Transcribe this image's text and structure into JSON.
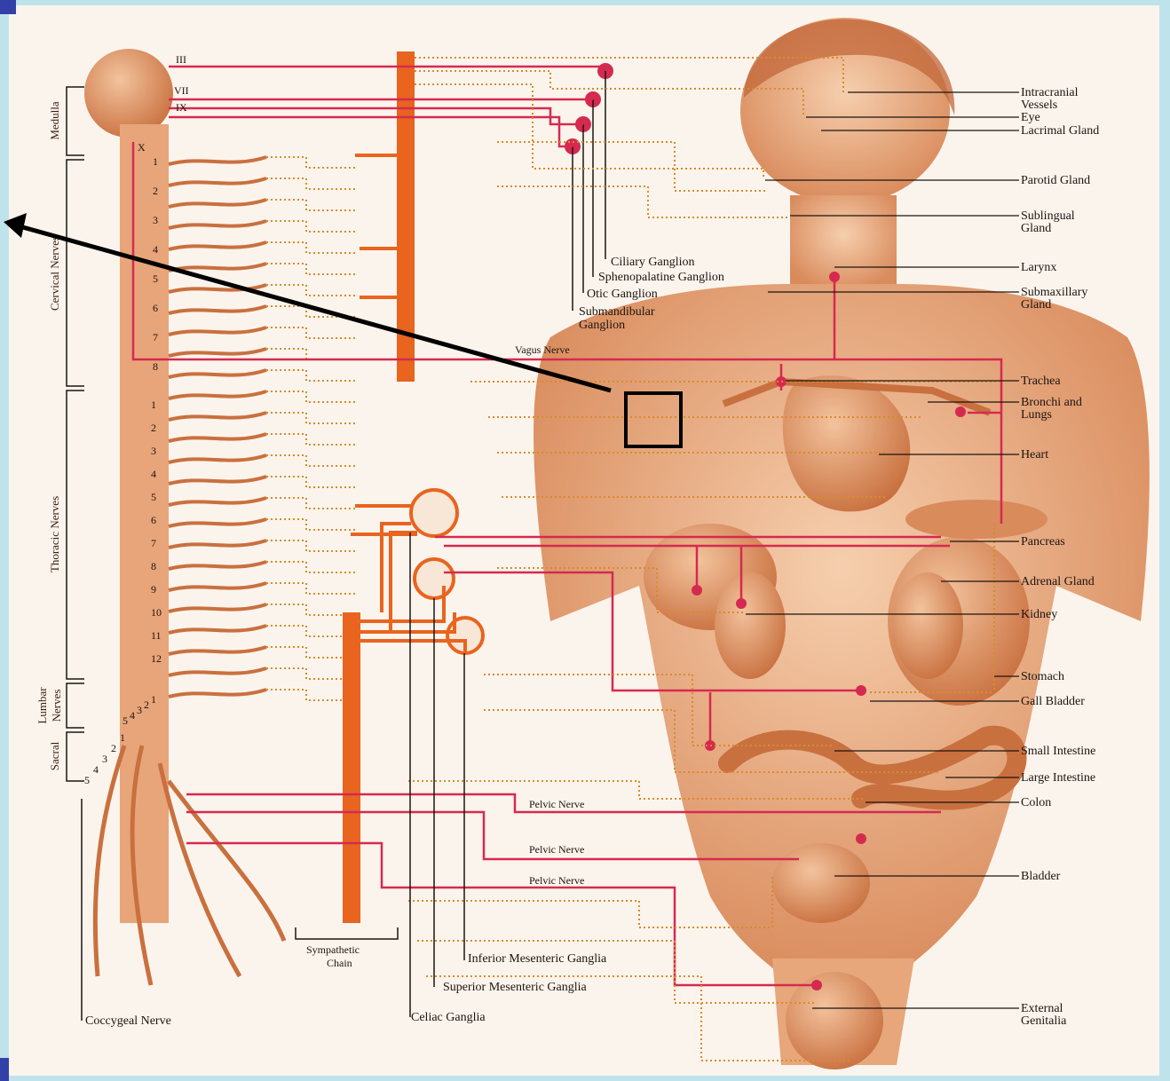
{
  "sections": {
    "medulla": "Medulla",
    "cervical": "Cervical Nerves",
    "thoracic": "Thoracic Nerves",
    "lumbar_1": "Lumbar",
    "lumbar_2": "Nerves",
    "sacral": "Sacral"
  },
  "cranial_nerves": [
    "III",
    "VII",
    "IX",
    "X"
  ],
  "segments": {
    "cervical": [
      "1",
      "2",
      "3",
      "4",
      "5",
      "6",
      "7",
      "8"
    ],
    "thoracic": [
      "1",
      "2",
      "3",
      "4",
      "5",
      "6",
      "7",
      "8",
      "9",
      "10",
      "11",
      "12"
    ],
    "lumbar": [
      "1",
      "2",
      "3",
      "4",
      "5"
    ],
    "sacral": [
      "1",
      "2",
      "3",
      "4",
      "5"
    ]
  },
  "organs": [
    [
      "Intracranial",
      "Vessels"
    ],
    [
      "Eye"
    ],
    [
      "Lacrimal Gland"
    ],
    [
      "Parotid Gland"
    ],
    [
      "Sublingual",
      "Gland"
    ],
    [
      "Larynx"
    ],
    [
      "Submaxillary",
      "Gland"
    ],
    [
      "Trachea"
    ],
    [
      "Bronchi and",
      "Lungs"
    ],
    [
      "Heart"
    ],
    [
      "Pancreas"
    ],
    [
      "Adrenal Gland"
    ],
    [
      "Kidney"
    ],
    [
      "Stomach"
    ],
    [
      "Gall Bladder"
    ],
    [
      "Small Intestine"
    ],
    [
      "Large Intestine"
    ],
    [
      "Colon"
    ],
    [
      "Bladder"
    ],
    [
      "External",
      "Genitalia"
    ]
  ],
  "ganglia": {
    "ciliary": "Ciliary Ganglion",
    "sphenopalatine": "Sphenopalatine Ganglion",
    "otic": "Otic Ganglion",
    "submandibular_1": "Submandibular",
    "submandibular_2": "Ganglion",
    "inferior_mesenteric": "Inferior Mesenteric Ganglia",
    "superior_mesenteric": "Superior Mesenteric Ganglia",
    "celiac": "Celiac Ganglia"
  },
  "nerves": {
    "vagus": "Vagus Nerve",
    "pelvic_1": "Pelvic Nerve",
    "pelvic_2": "Pelvic Nerve",
    "pelvic_3": "Pelvic Nerve",
    "sympathetic_1": "Sympathetic",
    "sympathetic_2": "Chain",
    "coccygeal": "Coccygeal Nerve"
  },
  "colors": {
    "parasympathetic": "#d52a50",
    "sympathetic": "#e8641f",
    "postganglionic": "#d98b2a",
    "frame": "#bfe3ea"
  }
}
